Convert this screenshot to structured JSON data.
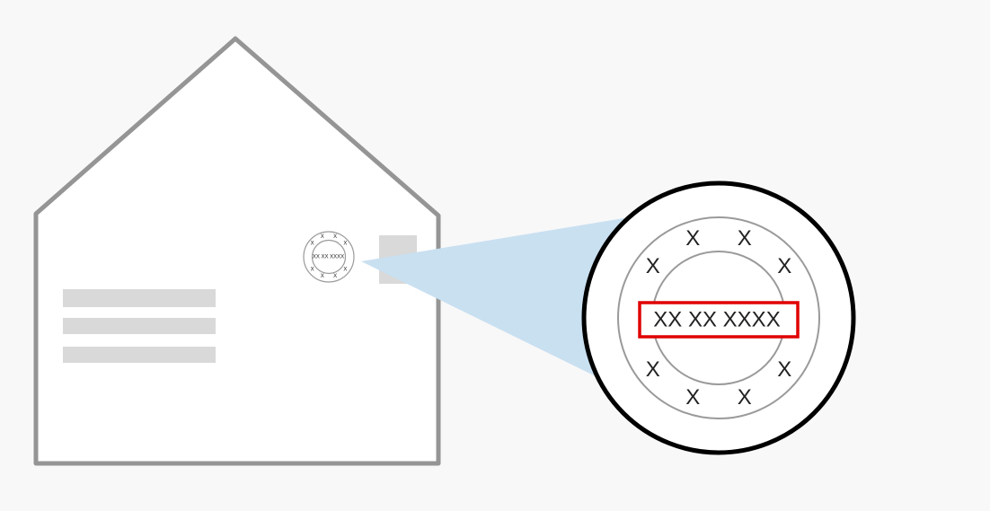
{
  "stamp": {
    "ring_letters": [
      "X",
      "X",
      "X",
      "X",
      "X",
      "X",
      "X",
      "X"
    ],
    "code": "XX XX XXXX"
  },
  "colors": {
    "background": "#f8f8f8",
    "house_outline": "#959595",
    "house_fill": "#ffffff",
    "placeholder_bar": "#d9d9d9",
    "zoom_beam": "#c9e0f1",
    "magnifier_outline": "#000000",
    "stamp_ring": "#9a9a9a",
    "code_highlight": "#e00000",
    "text": "#222222"
  }
}
